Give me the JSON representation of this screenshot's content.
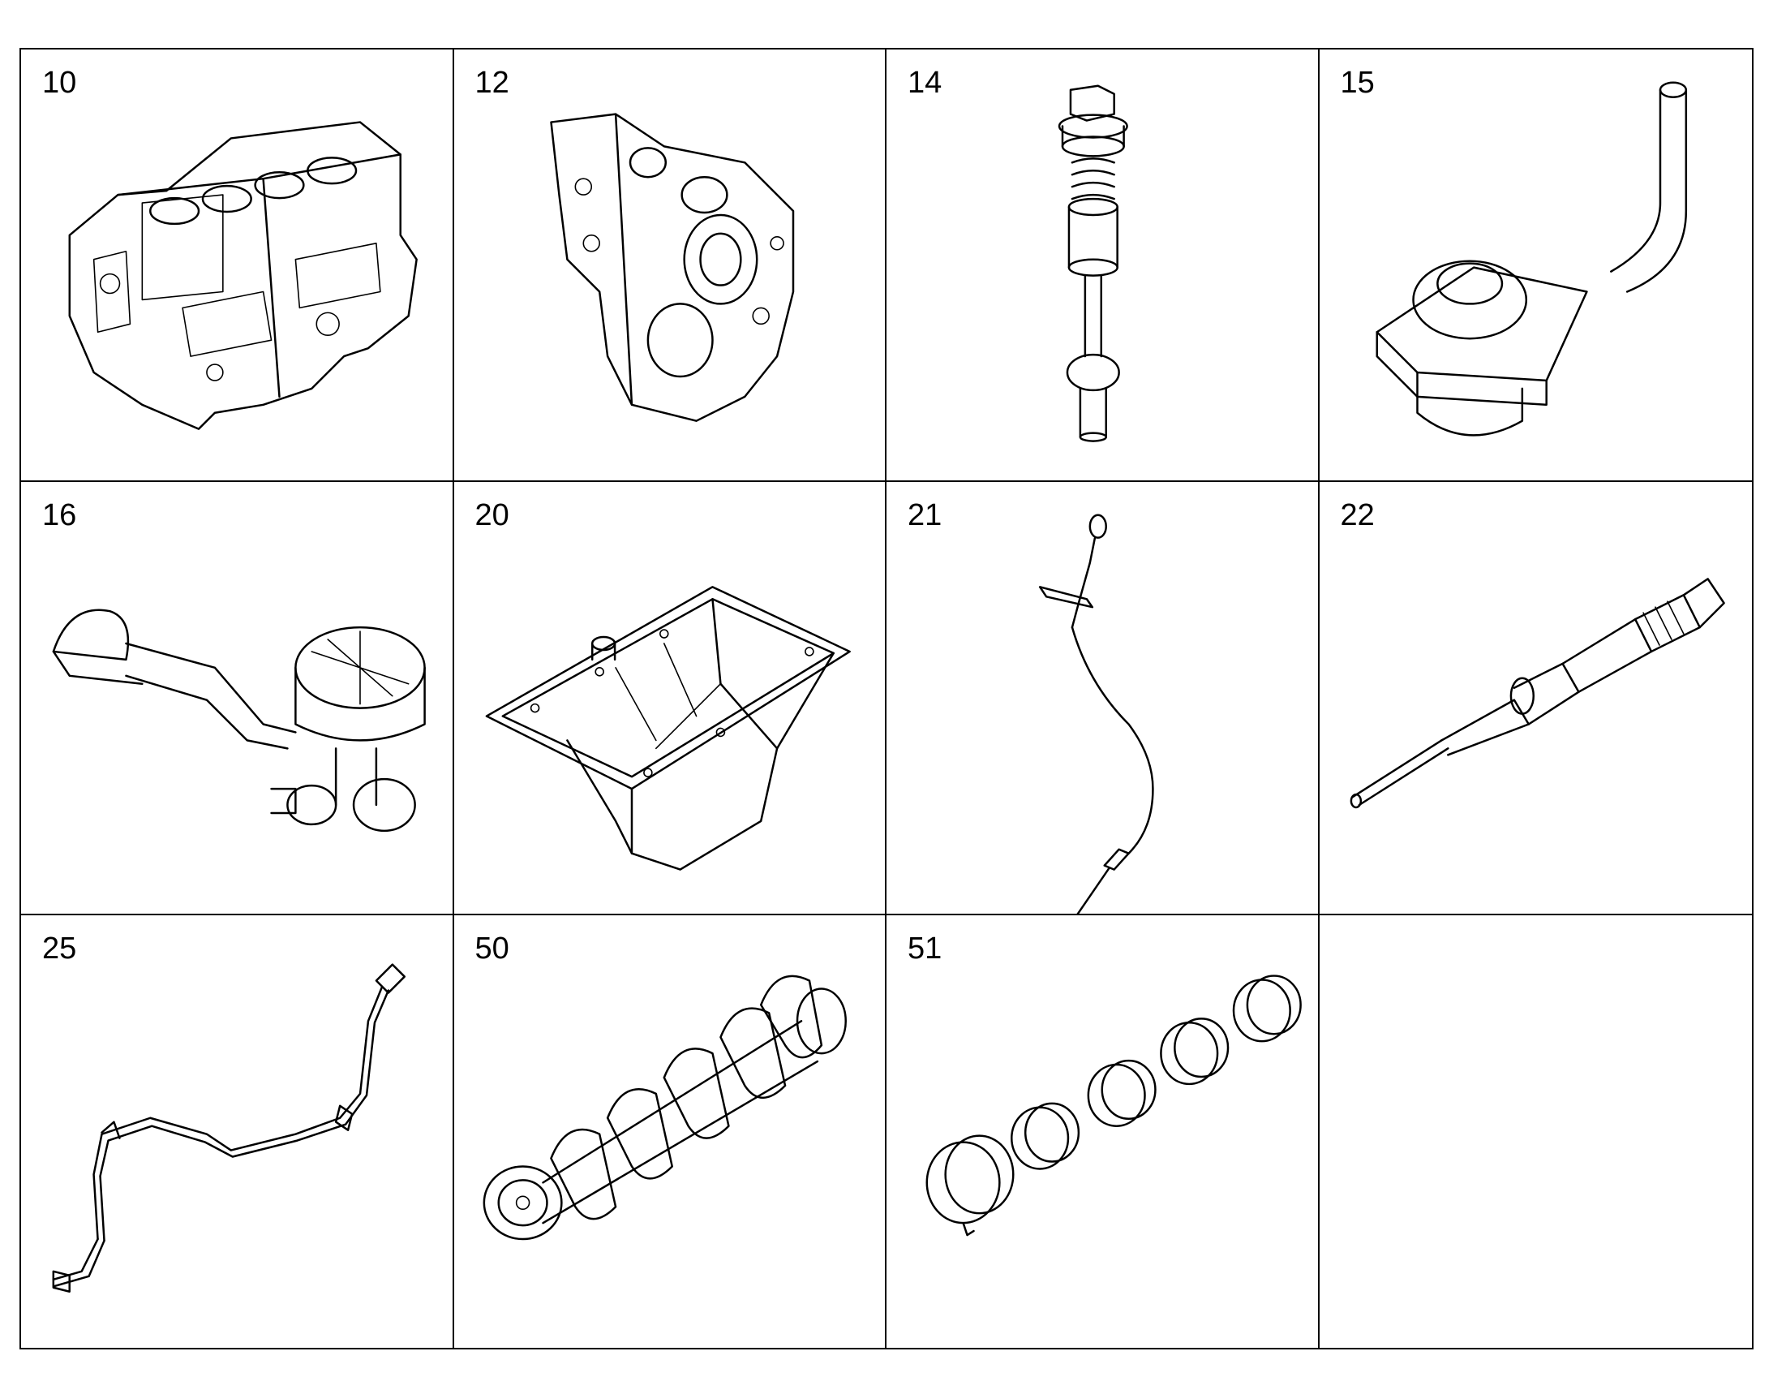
{
  "cells": [
    {
      "number": "10",
      "part_icon": "engine-block-icon"
    },
    {
      "number": "12",
      "part_icon": "timing-cover-icon"
    },
    {
      "number": "14",
      "part_icon": "valve-plug-icon"
    },
    {
      "number": "15",
      "part_icon": "oil-pickup-icon"
    },
    {
      "number": "16",
      "part_icon": "breather-separator-icon"
    },
    {
      "number": "20",
      "part_icon": "oil-pan-icon"
    },
    {
      "number": "21",
      "part_icon": "dipstick-icon"
    },
    {
      "number": "22",
      "part_icon": "sensor-probe-icon"
    },
    {
      "number": "25",
      "part_icon": "pipe-assembly-icon"
    },
    {
      "number": "50",
      "part_icon": "crankshaft-icon"
    },
    {
      "number": "51",
      "part_icon": "bearing-shells-icon"
    },
    {
      "number": "",
      "part_icon": ""
    }
  ]
}
